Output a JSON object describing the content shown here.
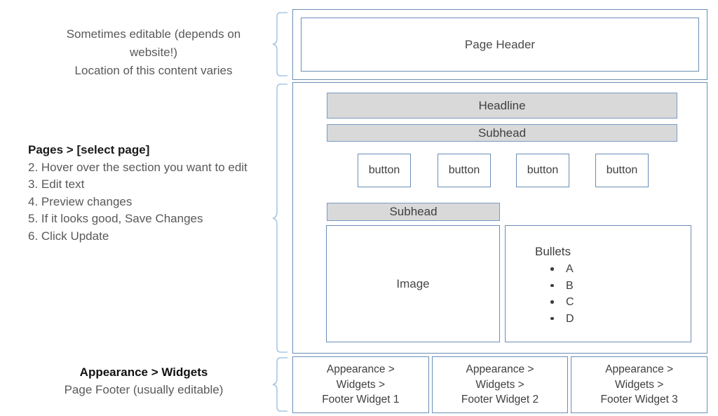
{
  "annotations": {
    "top": {
      "line1": "Sometimes editable (depends on website!)",
      "line2": "Location of this content varies"
    },
    "middle": {
      "lead": "Pages > [select page]",
      "steps": [
        "2. Hover over the section you want to edit",
        "3. Edit text",
        "4. Preview changes",
        "5. If it looks good, Save Changes",
        "6. Click Update"
      ]
    },
    "bottom": {
      "lead": "Appearance > Widgets",
      "note": "Page Footer (usually editable)"
    }
  },
  "mockup": {
    "header": {
      "label": "Page Header"
    },
    "body": {
      "headline": "Headline",
      "subhead_1": "Subhead",
      "subhead_2": "Subhead",
      "buttons": [
        {
          "label": "button"
        },
        {
          "label": "button"
        },
        {
          "label": "button"
        },
        {
          "label": "button"
        }
      ],
      "image_label": "Image",
      "bullets": {
        "title": "Bullets",
        "items": [
          "A",
          "B",
          "C",
          "D"
        ]
      }
    },
    "footer": {
      "widgets": [
        {
          "line1": "Appearance >",
          "line2": "Widgets >",
          "line3": "Footer Widget 1"
        },
        {
          "line1": "Appearance >",
          "line2": "Widgets >",
          "line3": "Footer Widget 2"
        },
        {
          "line1": "Appearance >",
          "line2": "Widgets >",
          "line3": "Footer Widget 3"
        }
      ]
    }
  },
  "colors": {
    "border_blue": "#6b8db5",
    "bar_gray": "#d9d9d9",
    "brace_blue": "#a9c6e3",
    "text_gray": "#595959",
    "text_dark": "#1a1a1a"
  }
}
